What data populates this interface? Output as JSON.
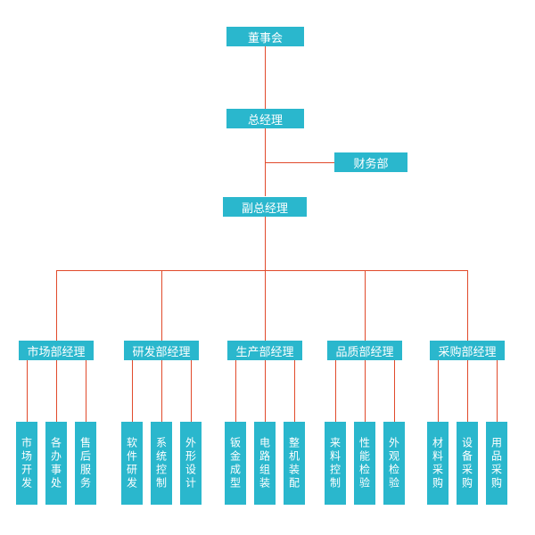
{
  "chart_title": "",
  "colors": {
    "node_fill": "#2ab7cd",
    "node_text": "#ffffff",
    "connector": "#e14a2b",
    "background": "#ffffff"
  },
  "nodes": {
    "board": "董事会",
    "gm": "总经理",
    "finance": "财务部",
    "dgm": "副总经理",
    "managers": [
      {
        "label": "市场部经理",
        "children": [
          "市场开发",
          "各办事处",
          "售后服务"
        ]
      },
      {
        "label": "研发部经理",
        "children": [
          "软件研发",
          "系统控制",
          "外形设计"
        ]
      },
      {
        "label": "生产部经理",
        "children": [
          "钣金成型",
          "电路组装",
          "整机装配"
        ]
      },
      {
        "label": "品质部经理",
        "children": [
          "来料控制",
          "性能检验",
          "外观检验"
        ]
      },
      {
        "label": "采购部经理",
        "children": [
          "材料采购",
          "设备采购",
          "用品采购"
        ]
      }
    ]
  }
}
